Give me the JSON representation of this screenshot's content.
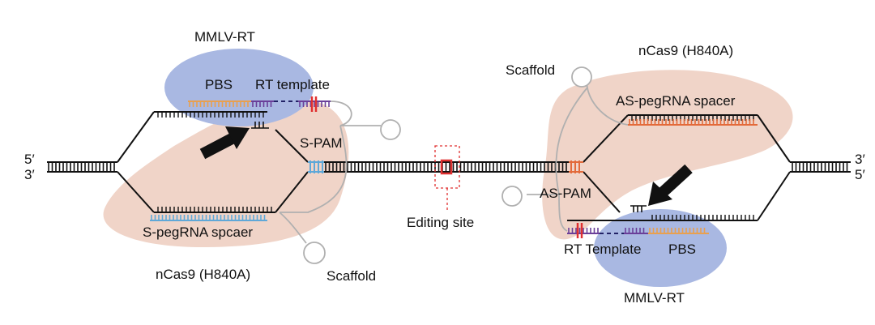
{
  "labels": {
    "top_left_enzyme": "MMLV-RT",
    "top_left_pbs": "PBS",
    "top_left_rt_template": "RT template",
    "left_pam": "S-PAM",
    "left_spacer": "S-pegRNA spcaer",
    "left_cas9": "nCas9 (H840A)",
    "left_scaffold": "Scaffold",
    "left_5prime": "5′",
    "left_3prime": "3′",
    "editing_site": "Editing site",
    "right_scaffold": "Scaffold",
    "right_cas9": "nCas9 (H840A)",
    "right_spacer": "AS-pegRNA spacer",
    "right_pam": "AS-PAM",
    "right_rt_template": "RT Template",
    "right_pbs": "PBS",
    "bottom_right_enzyme": "MMLV-RT",
    "right_3prime": "3′",
    "right_5prime": "5′"
  },
  "colors": {
    "cas9_blob": "#f0d4c8",
    "rt_blob": "#a9b8e2",
    "dna": "#111111",
    "pbs_orange": "#e8a050",
    "rt_purple": "#6a3f99",
    "rt_dark": "#222266",
    "pam_blue": "#5fa8d8",
    "edit_red": "#e03030",
    "spacer_orange": "#e36a3a",
    "scaffold_grey": "#b0b0b0"
  }
}
